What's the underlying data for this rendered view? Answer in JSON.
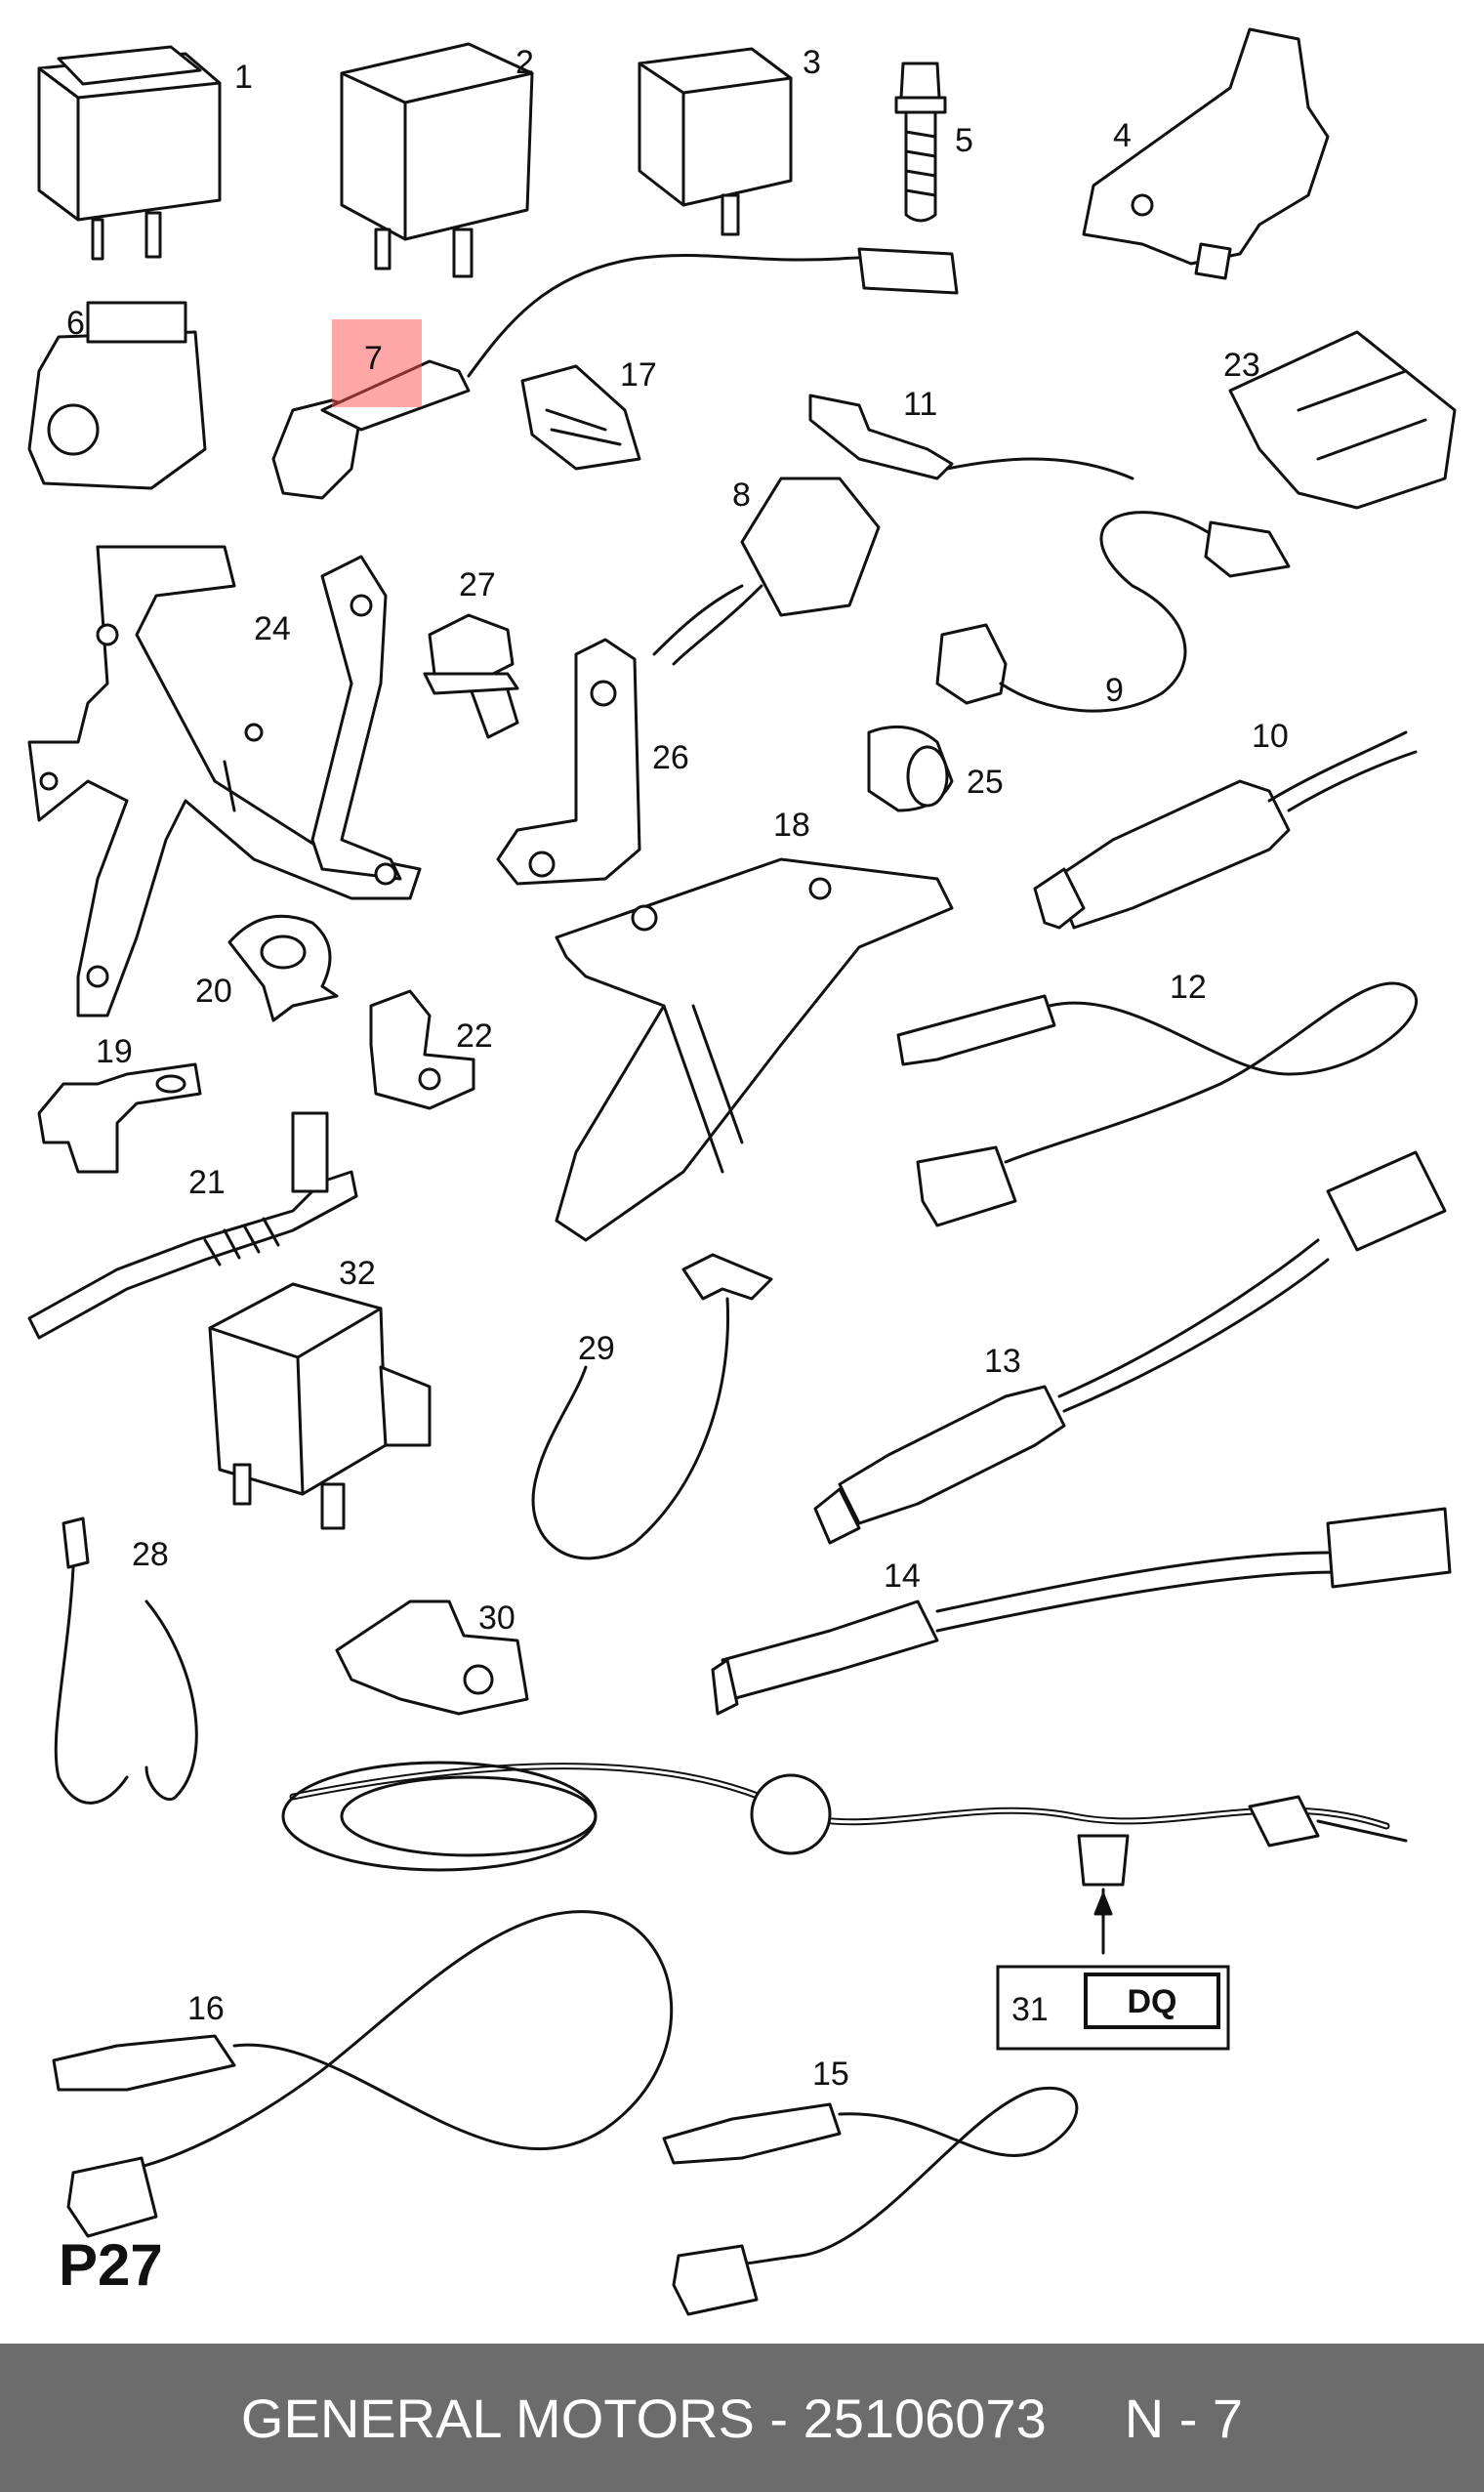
{
  "page_code": "P27",
  "callouts": {
    "c1": "1",
    "c2": "2",
    "c3": "3",
    "c4": "4",
    "c5": "5",
    "c6": "6",
    "c7": "7",
    "c8": "8",
    "c9": "9",
    "c10": "10",
    "c11": "11",
    "c12": "12",
    "c13": "13",
    "c14": "14",
    "c15": "15",
    "c16": "16",
    "c17": "17",
    "c18": "18",
    "c19": "19",
    "c20": "20",
    "c21": "21",
    "c22": "22",
    "c23": "23",
    "c24": "24",
    "c25": "25",
    "c26": "26",
    "c27": "27",
    "c28": "28",
    "c29": "29",
    "c30": "30",
    "c31": "31",
    "c32": "32"
  },
  "reference_code": "DQ",
  "highlighted_callout": "7",
  "highlight_color": "#ff4d4d",
  "footer": {
    "brand_part": "GENERAL MOTORS - 25106073",
    "page_ref": "N - 7",
    "background": "#6c6c6c"
  }
}
